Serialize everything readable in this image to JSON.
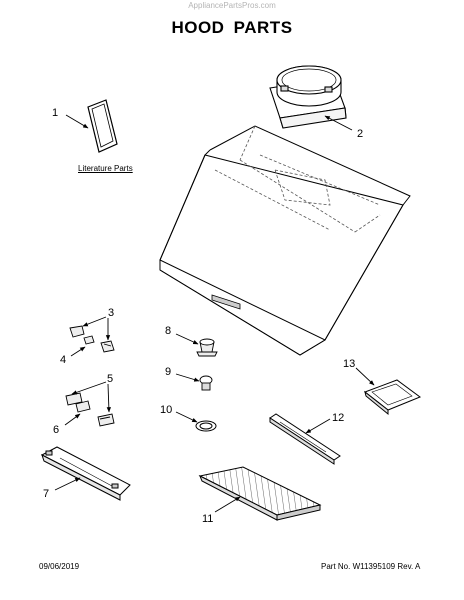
{
  "watermark": "AppliancePartsPros.com",
  "title": "HOOD PARTS",
  "literature_label": "Literature Parts",
  "callouts": {
    "c1": "1",
    "c2": "2",
    "c3": "3",
    "c4": "4",
    "c5": "5",
    "c6": "6",
    "c7": "7",
    "c8": "8",
    "c9": "9",
    "c10": "10",
    "c11": "11",
    "c12": "12",
    "c13": "13"
  },
  "footer": {
    "date": "09/06/2019",
    "part_number": "Part No. W11395109  Rev. A"
  }
}
